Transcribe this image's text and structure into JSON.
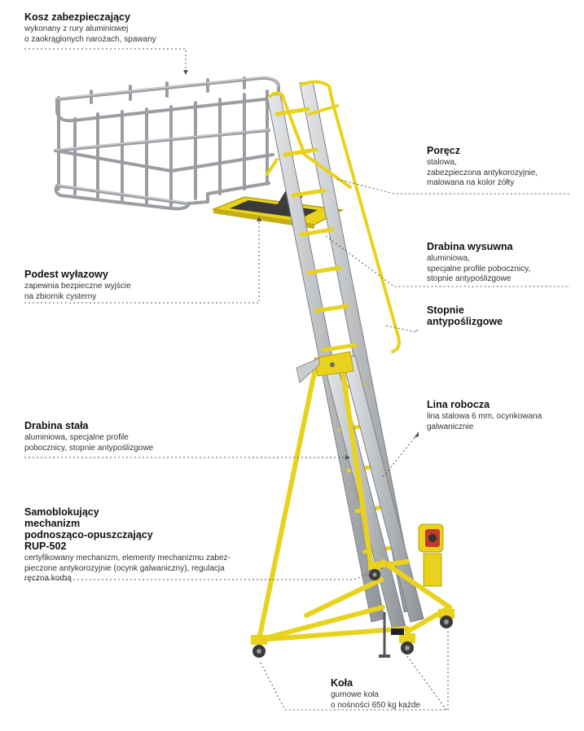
{
  "colors": {
    "accent_yellow": "#e9d21c",
    "yellow_dark": "#b9a210",
    "aluminium": "#c9ccce",
    "aluminium_dark": "#8f9397",
    "callout_line": "#555555",
    "text": "#111111"
  },
  "labels": {
    "kosz": {
      "title": "Kosz zabezpieczający",
      "desc": "wykonany z rury aluminiowej\no zaokrąglonych narożach, spawany"
    },
    "porecz": {
      "title": "Poręcz",
      "desc": "stalowa,\nzabezpieczona antykorozyjnie,\nmalowana na kolor żółty"
    },
    "drabina_wysuwna": {
      "title": "Drabina wysuwna",
      "desc": "aluminiowa,\nspecjalne profile pobocznicy,\nstopnie antypoślizgowe"
    },
    "podest": {
      "title": "Podest wyłazowy",
      "desc": "zapewnia bezpieczne wyjście\nna zbiornik cysterny"
    },
    "stopnie": {
      "title": "Stopnie\nantypoślizgowe",
      "desc": ""
    },
    "lina": {
      "title": "Lina robocza",
      "desc": "lina stalowa 6 mm, ocynkowana\ngalwanicznie"
    },
    "drabina_stala": {
      "title": "Drabina stała",
      "desc": "aluminiowa, specjalne profile\npobocznicy, stopnie antypoślizgowe"
    },
    "mechanizm": {
      "title": "Samoblokujący\nmechanizm\npodnosząco-opuszczający\nRUP-502",
      "desc": "certyfikowany mechanizm, elementy mechanizmu zabez-\npieczone antykorozyjnie (ocynk galwaniczny), regulacja\nręczna korbą"
    },
    "kola": {
      "title": "Koła",
      "desc": "gumowe koła\no nośności 650 kg każde"
    }
  }
}
